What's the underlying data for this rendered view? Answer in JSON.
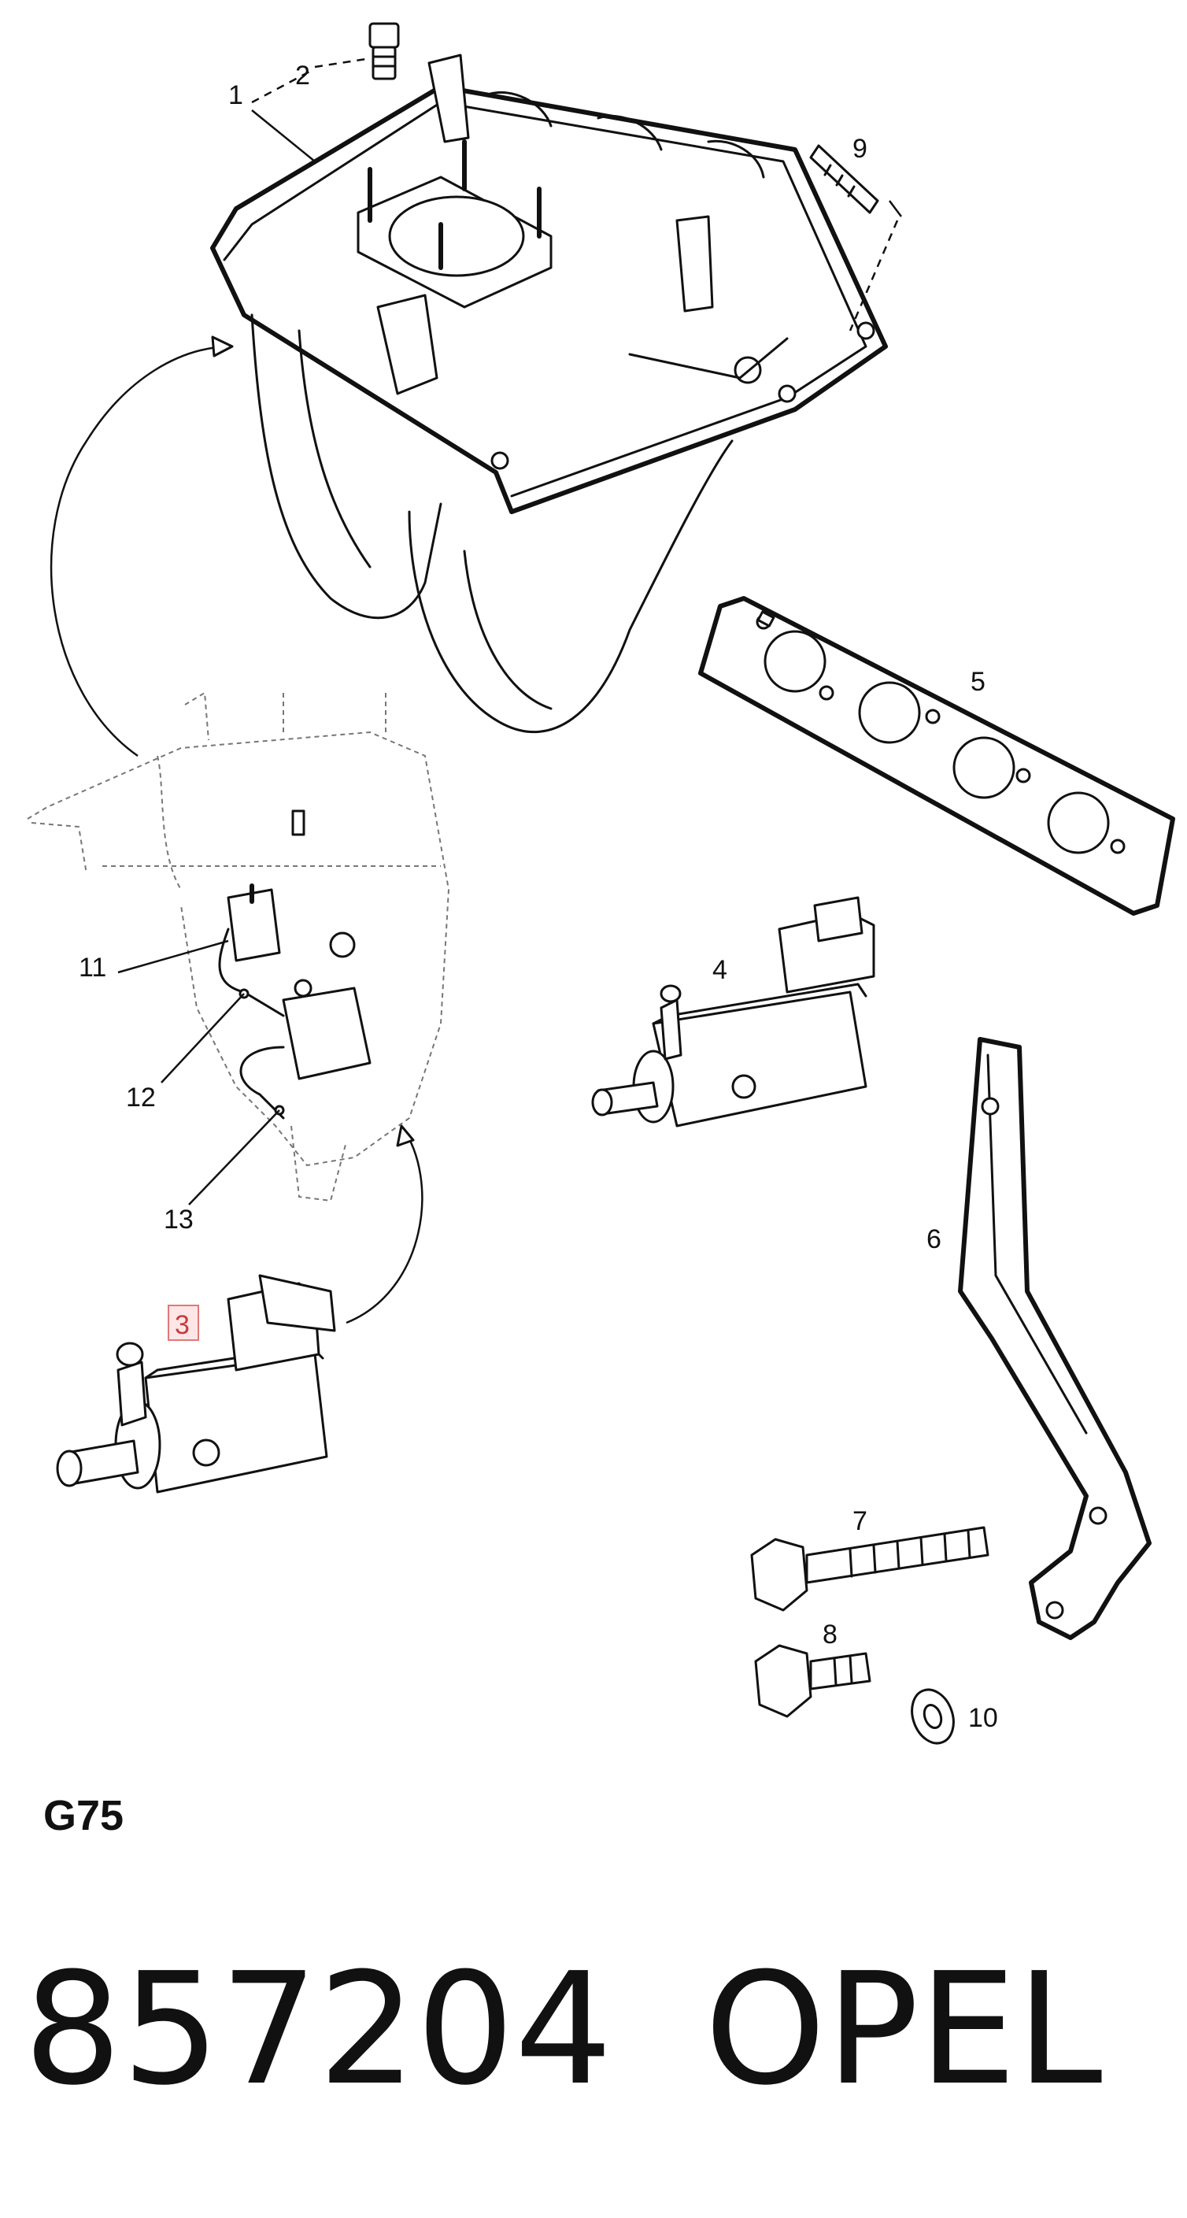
{
  "diagram": {
    "group_code": "G75",
    "part_number": "857204",
    "brand": "OPEL",
    "callouts": [
      {
        "id": "1",
        "label": "1",
        "highlighted": false
      },
      {
        "id": "2",
        "label": "2",
        "highlighted": false
      },
      {
        "id": "3",
        "label": "3",
        "highlighted": true
      },
      {
        "id": "4",
        "label": "4",
        "highlighted": false
      },
      {
        "id": "5",
        "label": "5",
        "highlighted": false
      },
      {
        "id": "6",
        "label": "6",
        "highlighted": false
      },
      {
        "id": "7",
        "label": "7",
        "highlighted": false
      },
      {
        "id": "8",
        "label": "8",
        "highlighted": false
      },
      {
        "id": "9",
        "label": "9",
        "highlighted": false
      },
      {
        "id": "10",
        "label": "10",
        "highlighted": false
      },
      {
        "id": "11",
        "label": "11",
        "highlighted": false
      },
      {
        "id": "12",
        "label": "12",
        "highlighted": false
      },
      {
        "id": "13",
        "label": "13",
        "highlighted": false
      }
    ],
    "highlight_color": "#e07878"
  }
}
